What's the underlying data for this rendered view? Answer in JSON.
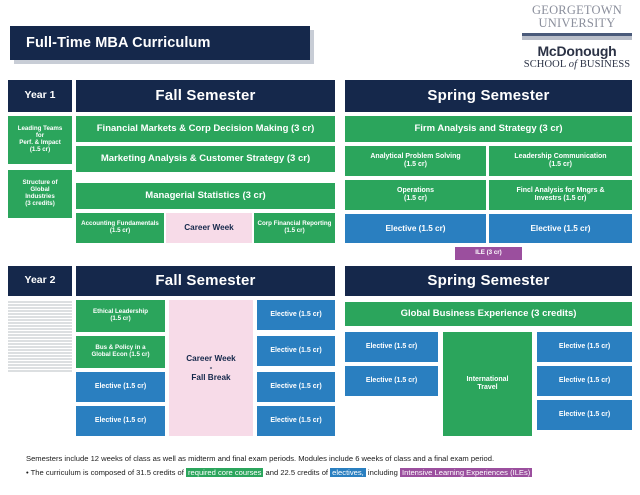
{
  "logo": {
    "line1": "Georgetown",
    "line2": "University",
    "school": "McDonough",
    "school_sub_1": "School",
    "school_sub_of": "of",
    "school_sub_2": "Business"
  },
  "header": {
    "title": "Full-Time MBA  Curriculum"
  },
  "colors": {
    "navy": "#15284b",
    "core_green": "#2ba55c",
    "elective_blue": "#2a7fc0",
    "career_pink": "#f7dbe8",
    "ile_purple": "#9b4f9e",
    "hatch_gray": "#e3e5e6"
  },
  "year1": {
    "label": "Year 1",
    "fall": {
      "title": "Fall Semester",
      "left_modules": [
        "Leading Teams for Perf. & Impact (1.5 cr)",
        "Structure of Global Industries (3 credits)"
      ],
      "left_module_lines": [
        [
          "Leading Teams",
          "for",
          "Perf. & Impact",
          "(1.5 cr)"
        ],
        [
          "Structure of",
          "Global",
          "Industries",
          "(3 credits)"
        ]
      ],
      "courses": [
        "Financial Markets & Corp Decision Making (3 cr)",
        "Marketing Analysis & Customer Strategy (3 cr)",
        "Managerial Statistics (3 cr)"
      ],
      "bottom_row": [
        "Accounting Fundamentals (1.5 cr)",
        "Career Week",
        "Corp Financial Reporting (1.5 cr)"
      ],
      "bottom_row_lines": [
        [
          "Accounting Fundamentals",
          "(1.5 cr)"
        ],
        [
          "Career Week"
        ],
        [
          "Corp Financial Reporting",
          "(1.5 cr)"
        ]
      ]
    },
    "spring": {
      "title": "Spring Semester",
      "full_width_course": "Firm Analysis and Strategy (3 cr)",
      "row2": [
        "Analytical Problem Solving (1.5 cr)",
        "Leadership Communication (1.5 cr)"
      ],
      "row2_lines": [
        [
          "Analytical Problem Solving",
          "(1.5 cr)"
        ],
        [
          "Leadership Communication",
          "(1.5 cr)"
        ]
      ],
      "row3": [
        "Operations (1.5 cr)",
        "Fincl Analysis for Mngrs & Investrs (1.5 cr)"
      ],
      "row3_lines": [
        [
          "Operations",
          "(1.5 cr)"
        ],
        [
          "Fincl Analysis for Mngrs &",
          "Investrs (1.5 cr)"
        ]
      ],
      "row4": [
        "Elective (1.5 cr)",
        "Elective (1.5 cr)"
      ],
      "ile_badge": "ILE (3 cr)"
    }
  },
  "year2": {
    "label": "Year 2",
    "fall": {
      "title": "Fall Semester",
      "col1": [
        "Ethical Leadership (1.5 cr)",
        "Bus & Policy in a Global Econ (1.5 cr)",
        "Elective (1.5 cr)",
        "Elective (1.5 cr)"
      ],
      "col1_lines": [
        [
          "Ethical Leadership",
          "(1.5 cr)"
        ],
        [
          "Bus & Policy in a",
          "Global Econ (1.5 cr)"
        ],
        [
          "Elective (1.5 cr)"
        ],
        [
          "Elective (1.5 cr)"
        ]
      ],
      "career_week_lines": [
        "Career Week",
        "-",
        "Fall Break"
      ],
      "col3": [
        "Elective (1.5 cr)",
        "Elective (1.5 cr)",
        "Elective (1.5 cr)",
        "Elective (1.5 cr)"
      ]
    },
    "spring": {
      "title": "Spring Semester",
      "full_width_course": "Global Business Experience (3 credits)",
      "left_electives": [
        "Elective (1.5 cr)",
        "Elective (1.5 cr)"
      ],
      "center_lines": [
        "International",
        "Travel"
      ],
      "right_electives": [
        "Elective (1.5 cr)",
        "Elective (1.5 cr)",
        "Elective (1.5 cr)"
      ]
    }
  },
  "footnotes": {
    "line1": "Semesters include 12 weeks of class as well as midterm and final exam periods. Modules include 6 weeks of class and a final exam period.",
    "line2_bullet": "•",
    "line2_a": "The curriculum is composed of 31.5 credits of ",
    "line2_hl1": "required core courses",
    "line2_b": " and 22.5 credits of ",
    "line2_hl2": "electives,",
    "line2_c": " including ",
    "line2_hl3": "Intensive Learning Experiences (ILEs)"
  }
}
